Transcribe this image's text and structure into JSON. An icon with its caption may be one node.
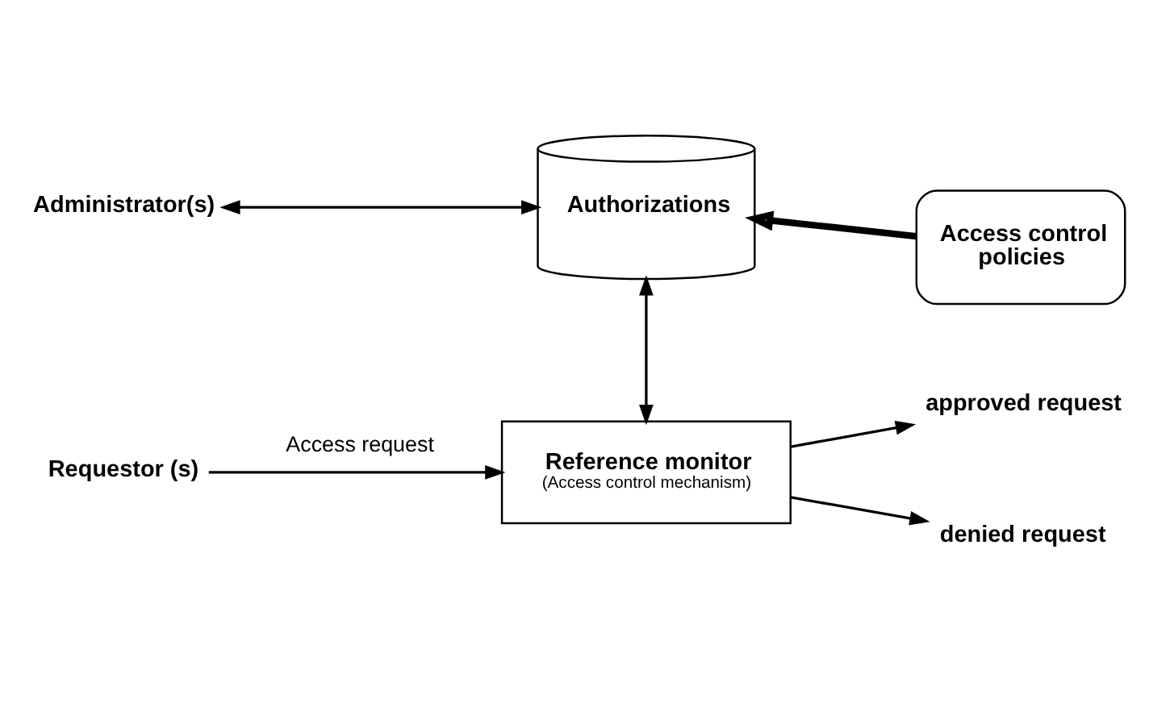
{
  "diagram": {
    "nodes": [
      {
        "text": [
          "Administrator(s)"
        ]
      },
      {
        "text": [
          "Authorizations"
        ]
      },
      {
        "text": [
          "Access control policies"
        ]
      },
      {
        "text": [
          "Requestor (s)"
        ]
      },
      {
        "text": [
          "Reference monitor",
          "(Access control mechanism)"
        ]
      },
      {
        "text": [
          "approved request"
        ]
      },
      {
        "text": [
          "denied request"
        ]
      }
    ],
    "edges": [
      {
        "from": 0,
        "to": 1,
        "arrow": "both"
      },
      {
        "from": 2,
        "to": 1,
        "arrow": "to",
        "style": "thick"
      },
      {
        "from": 1,
        "to": 4,
        "arrow": "both"
      },
      {
        "from": 3,
        "to": 4,
        "arrow": "to",
        "label": "Access request"
      },
      {
        "from": 4,
        "to": 5,
        "arrow": "to"
      },
      {
        "from": 4,
        "to": 6,
        "arrow": "to"
      }
    ]
  }
}
